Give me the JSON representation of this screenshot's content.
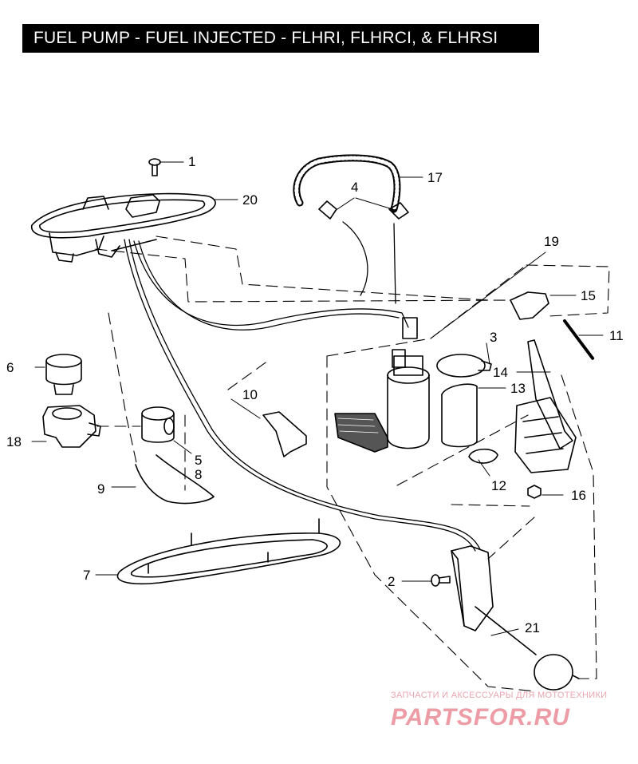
{
  "diagram": {
    "title": "FUEL PUMP - FUEL INJECTED - FLHRI,  FLHRCI, & FLHRSI",
    "callouts": [
      {
        "id": "1",
        "label": "1"
      },
      {
        "id": "2",
        "label": "2"
      },
      {
        "id": "3",
        "label": "3"
      },
      {
        "id": "4",
        "label": "4"
      },
      {
        "id": "5",
        "label": "5"
      },
      {
        "id": "6",
        "label": "6"
      },
      {
        "id": "7",
        "label": "7"
      },
      {
        "id": "8",
        "label": "8"
      },
      {
        "id": "9",
        "label": "9"
      },
      {
        "id": "10",
        "label": "10"
      },
      {
        "id": "11",
        "label": "11"
      },
      {
        "id": "12",
        "label": "12"
      },
      {
        "id": "13",
        "label": "13"
      },
      {
        "id": "14",
        "label": "14"
      },
      {
        "id": "15",
        "label": "15"
      },
      {
        "id": "16",
        "label": "16"
      },
      {
        "id": "17",
        "label": "17"
      },
      {
        "id": "18",
        "label": "18"
      },
      {
        "id": "19",
        "label": "19"
      },
      {
        "id": "20",
        "label": "20"
      },
      {
        "id": "21",
        "label": "21"
      }
    ]
  },
  "watermark": {
    "caption": "ЗАПЧАСТИ И АКСЕССУАРЫ ДЛЯ МОТОТЕХНИКИ",
    "logo_text": "PARTSFOR.RU",
    "color": "#e04a5c"
  }
}
